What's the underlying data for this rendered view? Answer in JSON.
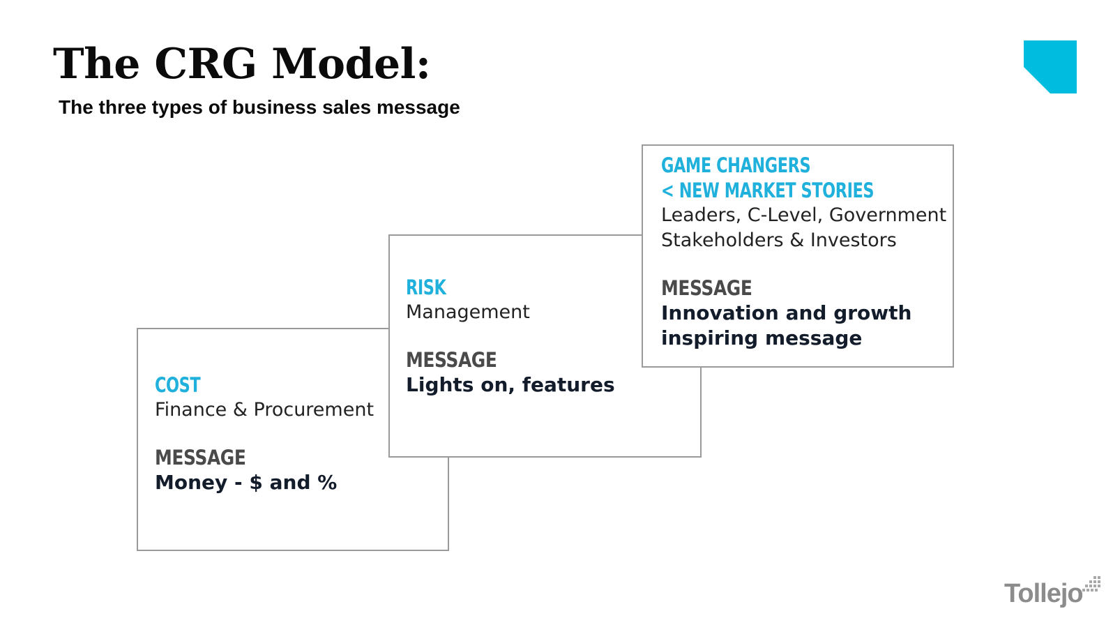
{
  "title": "The CRG Model:",
  "subtitle": "The three types of business sales message",
  "brand": {
    "name": "Tollejo",
    "accent": "#1fb0dc",
    "corner_color": "#00bde0"
  },
  "cards": [
    {
      "heading": [
        "COST"
      ],
      "audience": [
        "Finance & Procurement"
      ],
      "message_label": "MESSAGE",
      "message": [
        "Money - $ and %"
      ]
    },
    {
      "heading": [
        "RISK"
      ],
      "audience": [
        "Management"
      ],
      "message_label": "MESSAGE",
      "message": [
        "Lights on, features"
      ]
    },
    {
      "heading": [
        "GAME CHANGERS",
        "< NEW MARKET STORIES"
      ],
      "audience": [
        "Leaders, C-Level, Government",
        "Stakeholders & Investors"
      ],
      "message_label": "MESSAGE",
      "message": [
        "Innovation and growth",
        "inspiring message"
      ]
    }
  ]
}
